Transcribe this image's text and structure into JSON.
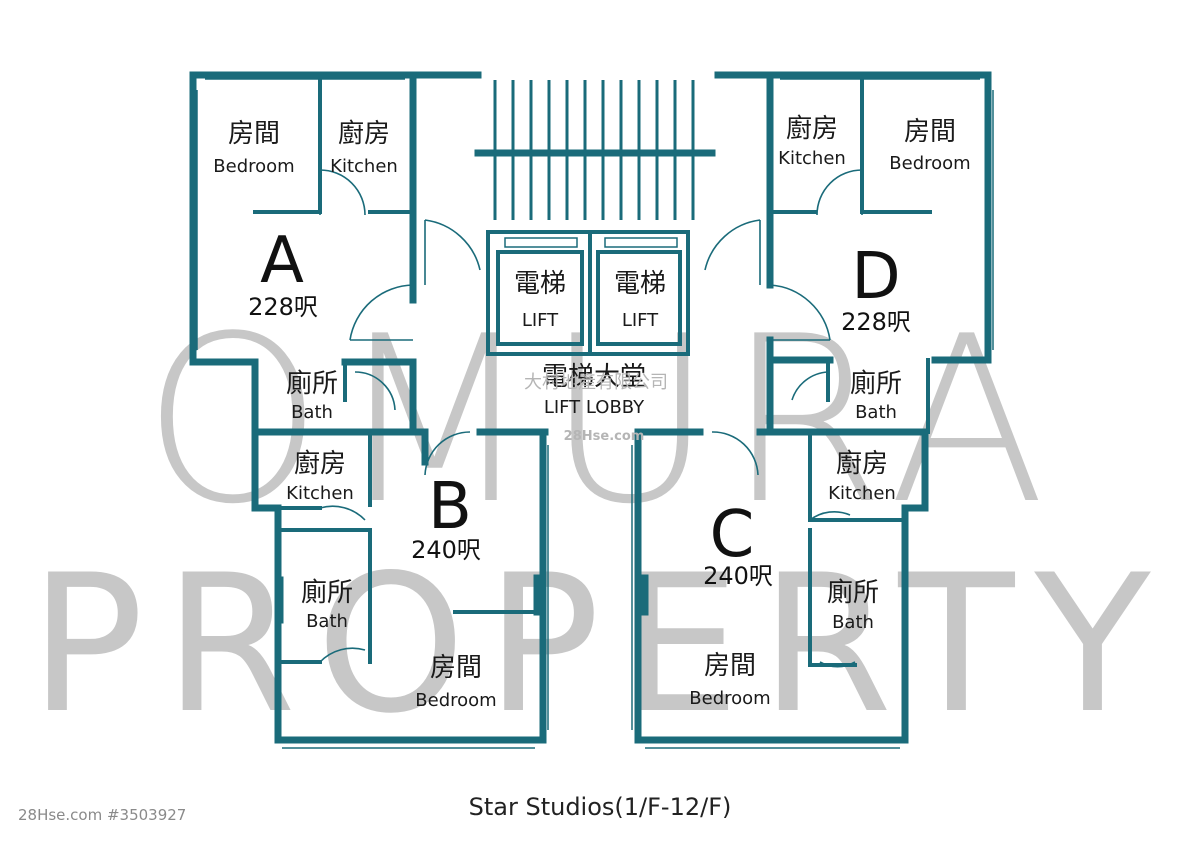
{
  "watermark": {
    "line1": "OMURA",
    "line2": "PROPERTY",
    "overlay_cn": "大村地產有限公司",
    "overlay_site": "28Hse.com"
  },
  "lobby": {
    "lift_cn": "電梯",
    "lift_en": "LIFT",
    "lobby_cn": "電梯大堂",
    "lobby_en": "LIFT LOBBY"
  },
  "units": [
    {
      "letter": "A",
      "area": "228呎",
      "rooms": [
        {
          "cn": "房間",
          "en": "Bedroom"
        },
        {
          "cn": "廚房",
          "en": "Kitchen"
        },
        {
          "cn": "廁所",
          "en": "Bath"
        }
      ]
    },
    {
      "letter": "B",
      "area": "240呎",
      "rooms": [
        {
          "cn": "廚房",
          "en": "Kitchen"
        },
        {
          "cn": "廁所",
          "en": "Bath"
        },
        {
          "cn": "房間",
          "en": "Bedroom"
        }
      ]
    },
    {
      "letter": "C",
      "area": "240呎",
      "rooms": [
        {
          "cn": "廚房",
          "en": "Kitchen"
        },
        {
          "cn": "廁所",
          "en": "Bath"
        },
        {
          "cn": "房間",
          "en": "Bedroom"
        }
      ]
    },
    {
      "letter": "D",
      "area": "228呎",
      "rooms": [
        {
          "cn": "廚房",
          "en": "Kitchen"
        },
        {
          "cn": "房間",
          "en": "Bedroom"
        },
        {
          "cn": "廁所",
          "en": "Bath"
        }
      ]
    }
  ],
  "caption": "Star Studios(1/F-12/F)",
  "listing_ref": "28Hse.com #3503927",
  "colors": {
    "wall": "#1a6b7a",
    "watermark": "#9a9a9a"
  }
}
